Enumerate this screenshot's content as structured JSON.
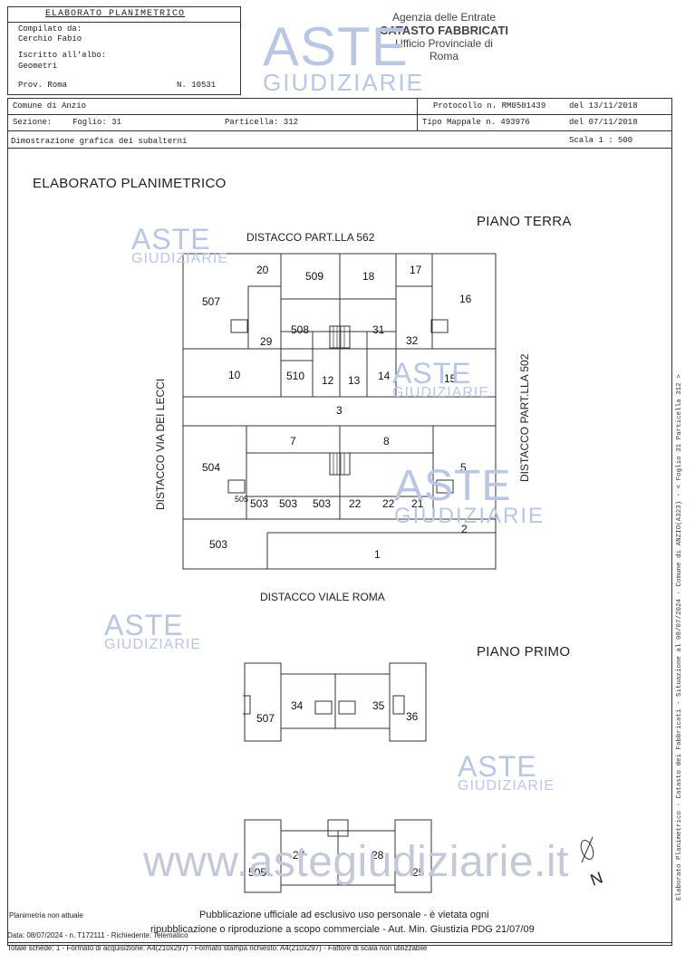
{
  "header": {
    "doc_title": "ELABORATO PLANIMETRICO",
    "compilato_label": "Compilato da:",
    "compilato_value": "Cerchio Fabio",
    "iscritto_label": "Iscritto all'albo:",
    "iscritto_value": "Geometri",
    "prov": "Prov. Roma",
    "numero": "N. 10531",
    "agency_line1": "Agenzia delle Entrate",
    "agency_line2": "CATASTO FABBRICATI",
    "agency_line3": "Ufficio Provinciale di",
    "agency_line4": "Roma",
    "comune": "Comune di Anzio",
    "sezione": "Sezione:",
    "foglio": "Foglio: 31",
    "particella": "Particella: 312",
    "protocollo": "Protocollo n. RM0501439",
    "protocollo_del": "del 13/11/2018",
    "tipo_mappale": "Tipo Mappale n. 493976",
    "tipo_mappale_del": "del 07/11/2018",
    "dimostrazione": "Dimostrazione grafica dei subalterni",
    "scala": "Scala 1 : 500"
  },
  "plan": {
    "title": "ELABORATO PLANIMETRICO",
    "piano_terra": "PIANO TERRA",
    "piano_primo": "PIANO PRIMO",
    "distacco_top": "DISTACCO PART.LLA 562",
    "distacco_left": "DISTACCO VIA DEI LECCI",
    "distacco_right": "DISTACCO PART.LLA 502",
    "distacco_bottom": "DISTACCO VIALE ROMA",
    "rooms_terra": [
      "20",
      "509",
      "18",
      "17",
      "507",
      "16",
      "508",
      "31",
      "29",
      "32",
      "10",
      "510",
      "12",
      "13",
      "14",
      "15",
      "3",
      "7",
      "8",
      "504",
      "5",
      "505",
      "503",
      "503",
      "503",
      "22",
      "22",
      "21",
      "2",
      "503",
      "1"
    ],
    "rooms_primo": [
      "507",
      "34",
      "35",
      "36"
    ],
    "rooms_secondo": [
      "505",
      "27",
      "28",
      "25"
    ],
    "north": "N"
  },
  "watermark": {
    "brand": "ASTE",
    "brand_sub": "GIUDIZIARIE",
    "url": "www.astegiudiziarie.it"
  },
  "side_note": "Elaborato Planimetrico - Catasto dei Fabbricati - Situazione al 08/07/2024 - Comune di ANZIO(A323) - < Foglio 31 Particella 312 >",
  "footer": {
    "planimetria": "Planimetria non attuale",
    "data_line": "Data: 08/07/2024 - n. T172111 - Richiedente: Telematico",
    "schede_line": "Totale schede: 1 - Formato di acquisizione: A4(210x297) - Formato stampa richiesto: A4(210x297) - Fattore di scala non utilizzabile",
    "pubblicazione1": "Pubblicazione ufficiale ad esclusivo uso personale - è vietata ogni",
    "pubblicazione2": "ripubblicazione o riproduzione a scopo commerciale - Aut. Min. Giustizia PDG 21/07/09"
  }
}
